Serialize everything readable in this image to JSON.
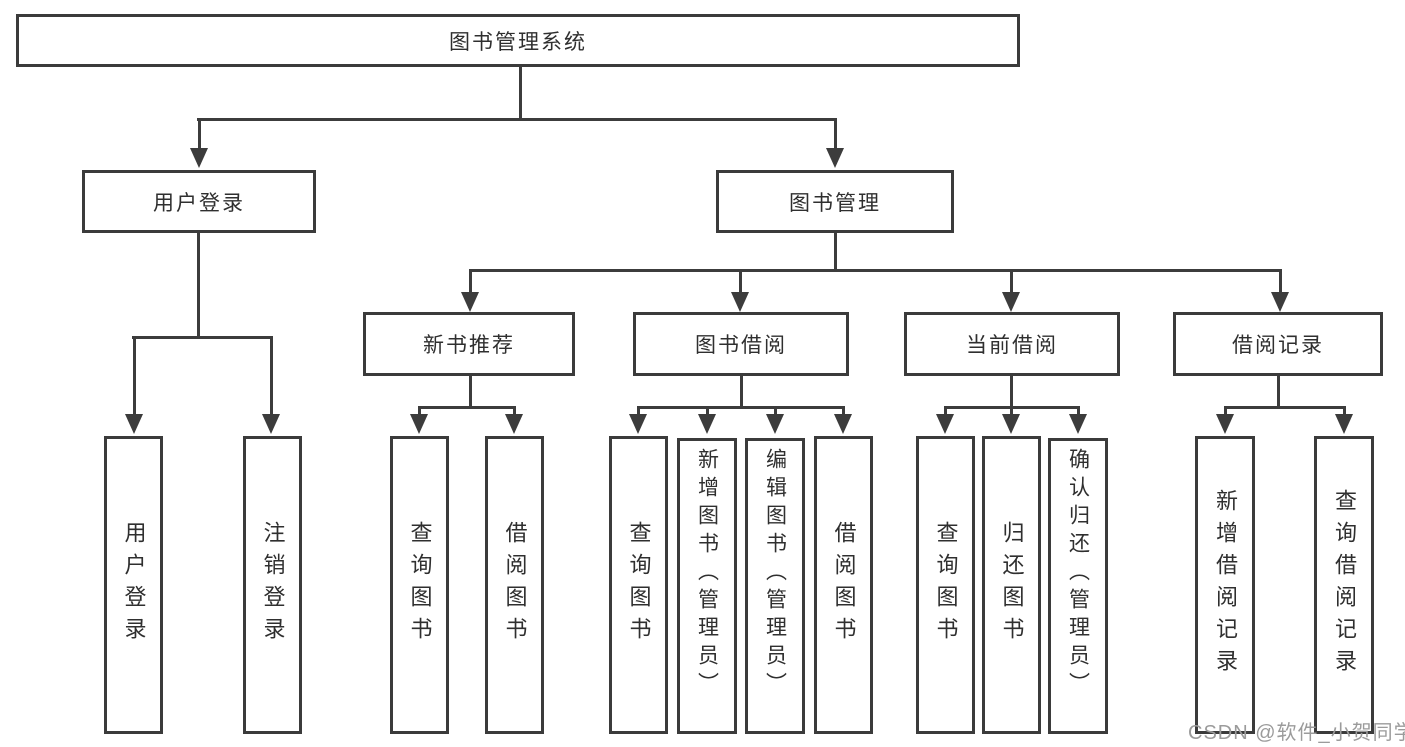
{
  "diagram": {
    "title": "图书管理系统",
    "level2": [
      {
        "label": "用户登录"
      },
      {
        "label": "图书管理"
      }
    ],
    "level3": [
      {
        "label": "新书推荐"
      },
      {
        "label": "图书借阅"
      },
      {
        "label": "当前借阅"
      },
      {
        "label": "借阅记录"
      }
    ],
    "leaves": {
      "user_login": [
        "用户登录",
        "注销登录"
      ],
      "new_book_recommend": [
        "查询图书",
        "借阅图书"
      ],
      "book_borrowing": [
        "查询图书",
        "新增图书（管理员）",
        "编辑图书（管理员）",
        "借阅图书"
      ],
      "current_borrowing": [
        "查询图书",
        "归还图书",
        "确认归还（管理员）"
      ],
      "borrowing_records": [
        "新增借阅记录",
        "查询借阅记录"
      ]
    },
    "colors": {
      "line": "#3c3c3c",
      "text": "#2f2f2f",
      "background": "#ffffff",
      "watermark": "#9b9b9b"
    }
  },
  "watermark": {
    "label": "CSDN @软件_小贺同学"
  }
}
